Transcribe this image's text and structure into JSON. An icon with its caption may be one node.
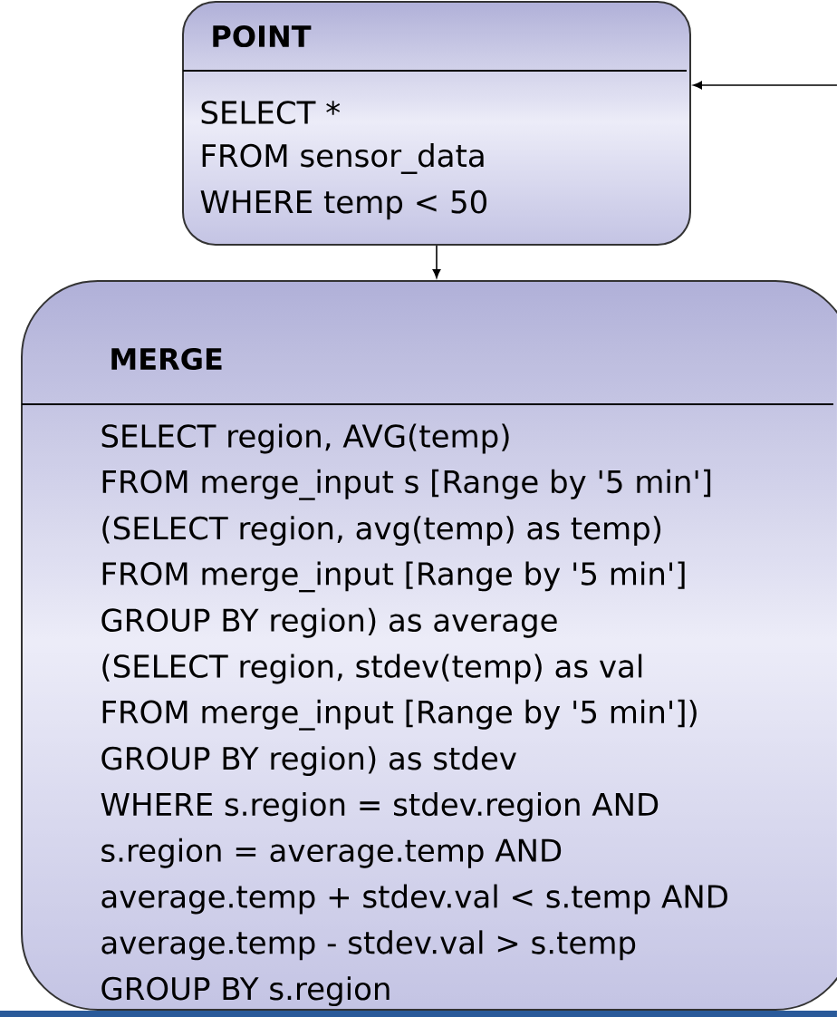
{
  "diagram": {
    "nodes": [
      {
        "text": [
          "POINT",
          "SELECT *",
          "FROM sensor_data",
          "WHERE temp < 50"
        ]
      },
      {
        "text": [
          "MERGE",
          "SELECT region, AVG(temp)",
          "FROM merge_input s [Range by '5 min']",
          "(SELECT region, avg(temp) as temp)",
          "FROM merge_input [Range by '5 min']",
          "GROUP BY region) as average",
          "(SELECT region, stdev(temp) as val",
          "FROM merge_input [Range by '5 min'])",
          "GROUP BY region) as stdev",
          "WHERE s.region = stdev.region AND",
          "s.region = average.temp AND",
          "average.temp + stdev.val < s.temp AND",
          "average.temp - stdev.val > s.temp",
          "GROUP BY s.region"
        ]
      }
    ],
    "edges": [
      {
        "from": null,
        "to": 0,
        "arrow": "to"
      },
      {
        "from": 0,
        "to": 1,
        "arrow": "to"
      }
    ]
  }
}
